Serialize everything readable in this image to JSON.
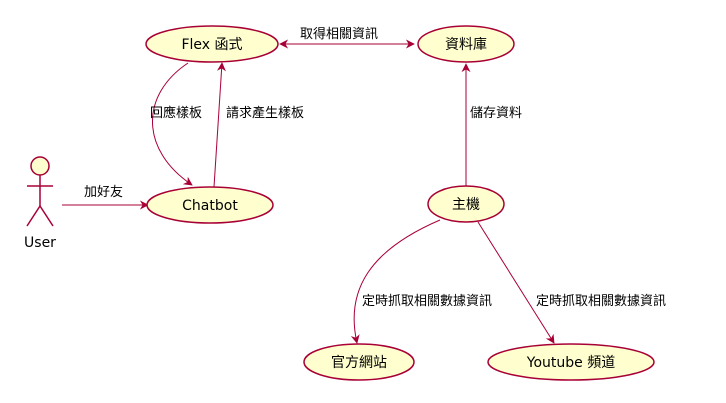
{
  "actor": {
    "name": "User"
  },
  "usecases": {
    "flex": "Flex 函式",
    "db": "資料庫",
    "chatbot": "Chatbot",
    "host": "主機",
    "site": "官方網站",
    "youtube": "Youtube 頻道"
  },
  "edges": {
    "flex_db": "取得相關資訊",
    "flex_chatbot": "回應樣板",
    "chatbot_flex": "請求產生樣板",
    "user_chatbot": "加好友",
    "host_db": "儲存資料",
    "host_site": "定時抓取相關數據資訊",
    "host_youtube": "定時抓取相關數據資訊"
  },
  "colors": {
    "usecase_fill": "#FEFECE",
    "border": "#A80036"
  }
}
